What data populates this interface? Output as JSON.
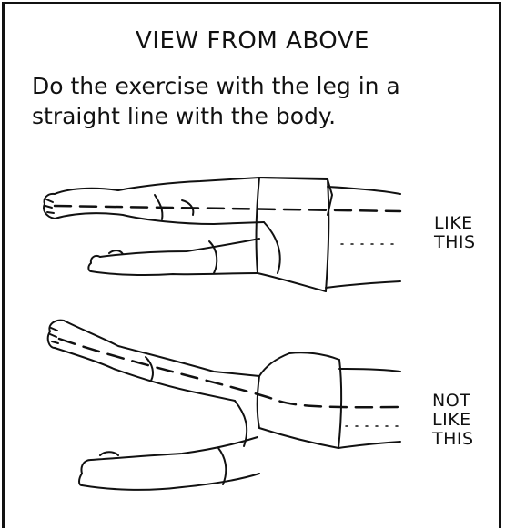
{
  "heading": "VIEW FROM ABOVE",
  "instruction": "Do the exercise with the leg in a straight line with the body.",
  "figures": [
    {
      "label_lines": [
        "LIKE",
        "THIS"
      ]
    },
    {
      "label_lines": [
        "NOT",
        "LIKE",
        "THIS"
      ]
    }
  ]
}
